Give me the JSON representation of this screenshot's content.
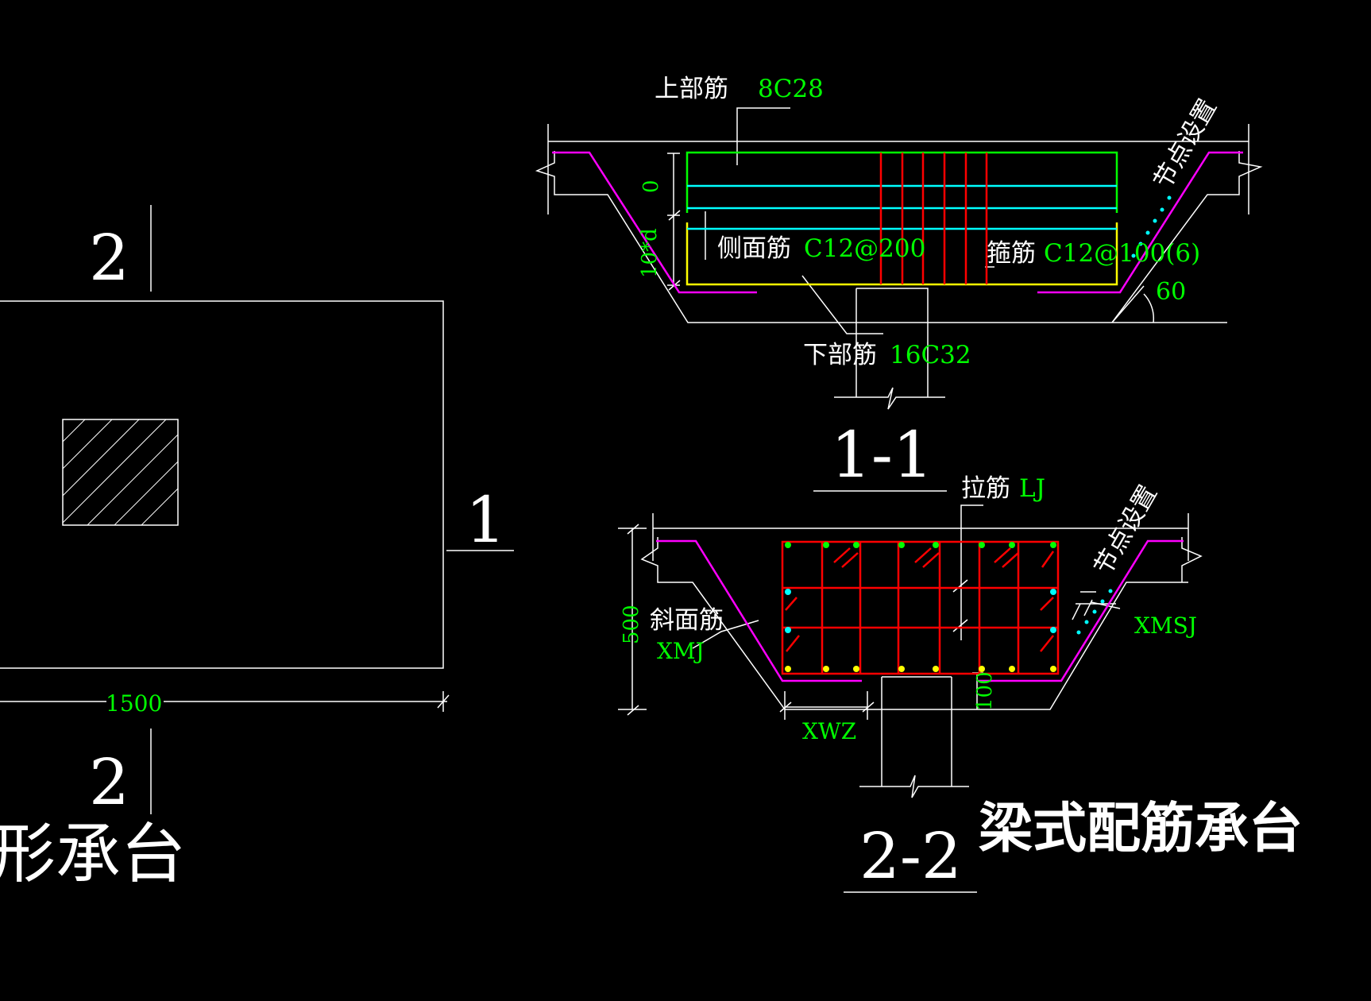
{
  "plan": {
    "section_mark_top": "2",
    "section_mark_bottom": "2",
    "section_mark_right": "1",
    "width_dim": "1500",
    "title_fragment": "形承台"
  },
  "section_1_1": {
    "title": "1-1",
    "top_bar_label": "上部筋",
    "top_bar_value": "8C28",
    "side_bar_label": "侧面筋",
    "side_bar_value": "C12@200",
    "stirrup_label": "箍筋",
    "stirrup_value": "C12@100(6)",
    "bottom_bar_label": "下部筋",
    "bottom_bar_value": "16C32",
    "node_setting": "节点设置",
    "dim_zero": "0",
    "dim_anchor": "10*d",
    "angle": "60"
  },
  "section_2_2": {
    "title": "2-2",
    "tie_bar_label": "拉筋",
    "tie_bar_value": "LJ",
    "slope_bar_label": "斜面筋",
    "slope_bar_value": "XMJ",
    "node_setting": "节点设置",
    "slope_side_value": "XMSJ",
    "dim_height": "500",
    "dim_cover": "100",
    "dim_xwz": "XWZ"
  },
  "drawing_title": "梁式配筋承台",
  "colors": {
    "background": "#000000",
    "line": "#ffffff",
    "text_green": "#00ff00",
    "magenta": "#ff00ff",
    "red": "#ff0000",
    "cyan": "#00ffff",
    "yellow": "#ffff00",
    "green_bar": "#00ff00"
  }
}
